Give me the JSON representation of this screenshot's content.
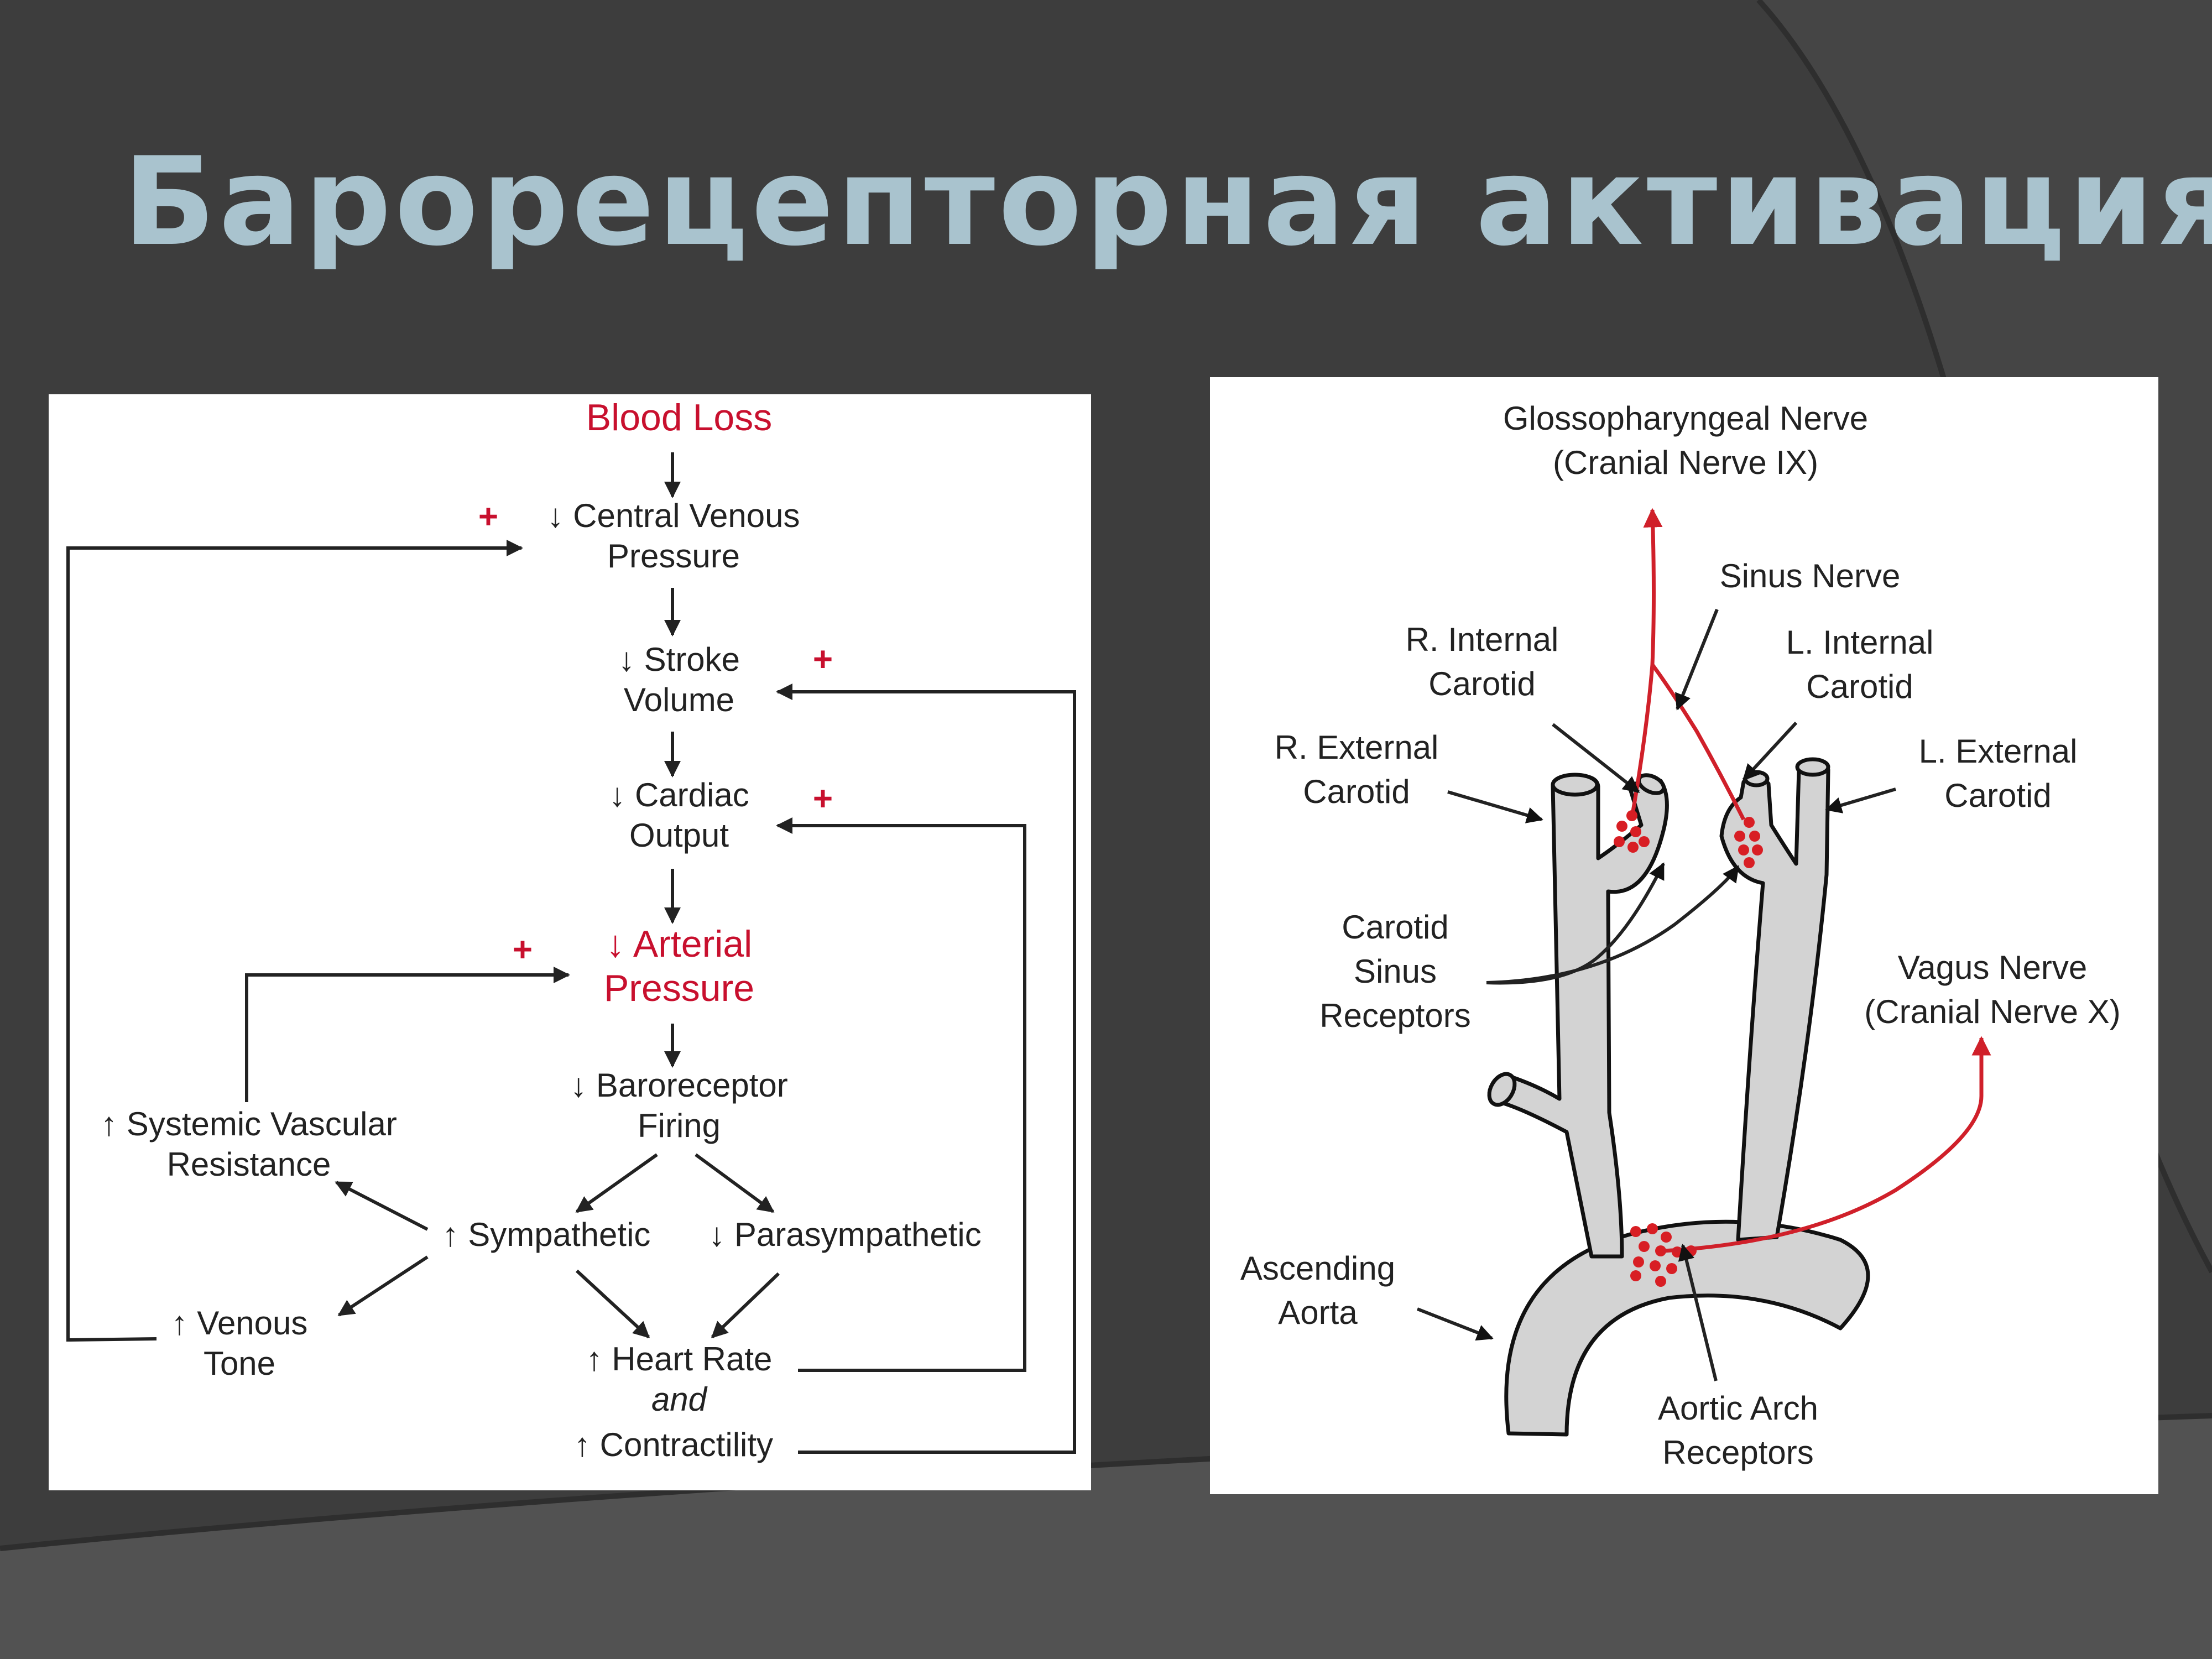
{
  "slide": {
    "title": "Барорецепторная активация",
    "colors": {
      "background": "#3d3d3d",
      "title": "#a9c3ce",
      "accent_red": "#c8102e"
    }
  },
  "flowchart": {
    "blood_loss": "Blood Loss",
    "cvp": [
      "↓ Central Venous",
      "Pressure"
    ],
    "stroke": [
      "↓ Stroke",
      "Volume"
    ],
    "cardiac": [
      "↓ Cardiac",
      "Output"
    ],
    "arterial": [
      "↓ Arterial",
      "Pressure"
    ],
    "baro": [
      "↓ Baroreceptor",
      "Firing"
    ],
    "svr": [
      "↑ Systemic Vascular",
      "Resistance"
    ],
    "symp": "↑ Sympathetic",
    "parasymp": "↓ Parasympathetic",
    "venous": [
      "↑ Venous",
      "Tone"
    ],
    "hr": "↑ Heart Rate",
    "and_word": "and",
    "contract": "↑ Contractility",
    "plus_sign": "+"
  },
  "anatomy": {
    "glosso": [
      "Glossopharyngeal Nerve",
      "(Cranial Nerve IX)"
    ],
    "sinus_nerve": "Sinus Nerve",
    "r_internal": [
      "R. Internal",
      "Carotid"
    ],
    "l_internal": [
      "L. Internal",
      "Carotid"
    ],
    "r_external": [
      "R. External",
      "Carotid"
    ],
    "l_external": [
      "L. External",
      "Carotid"
    ],
    "carotid_sinus": [
      "Carotid",
      "Sinus",
      "Receptors"
    ],
    "vagus": [
      "Vagus Nerve",
      "(Cranial Nerve X)"
    ],
    "aorta": [
      "Ascending",
      "Aorta"
    ],
    "aortic_receptors": [
      "Aortic Arch",
      "Receptors"
    ]
  }
}
